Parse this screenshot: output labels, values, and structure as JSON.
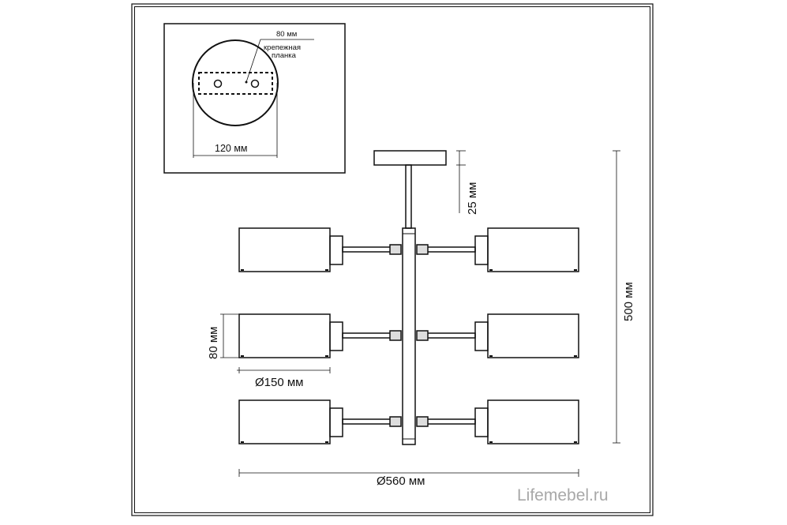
{
  "labels": {
    "mount_bar_spacing": "80 мм",
    "mount_bar_name_line1": "крепежная",
    "mount_bar_name_line2": "планка",
    "canopy_diameter": "120 мм",
    "rod_drop": "25 мм",
    "total_height": "500 мм",
    "shade_height": "80 мм",
    "shade_diameter": "Ø150 мм",
    "total_diameter": "Ø560 мм"
  },
  "watermark": "Lifemebel.ru",
  "colors": {
    "line": "#111111",
    "watermark": "#a8a8a8",
    "frame": "#111111"
  }
}
